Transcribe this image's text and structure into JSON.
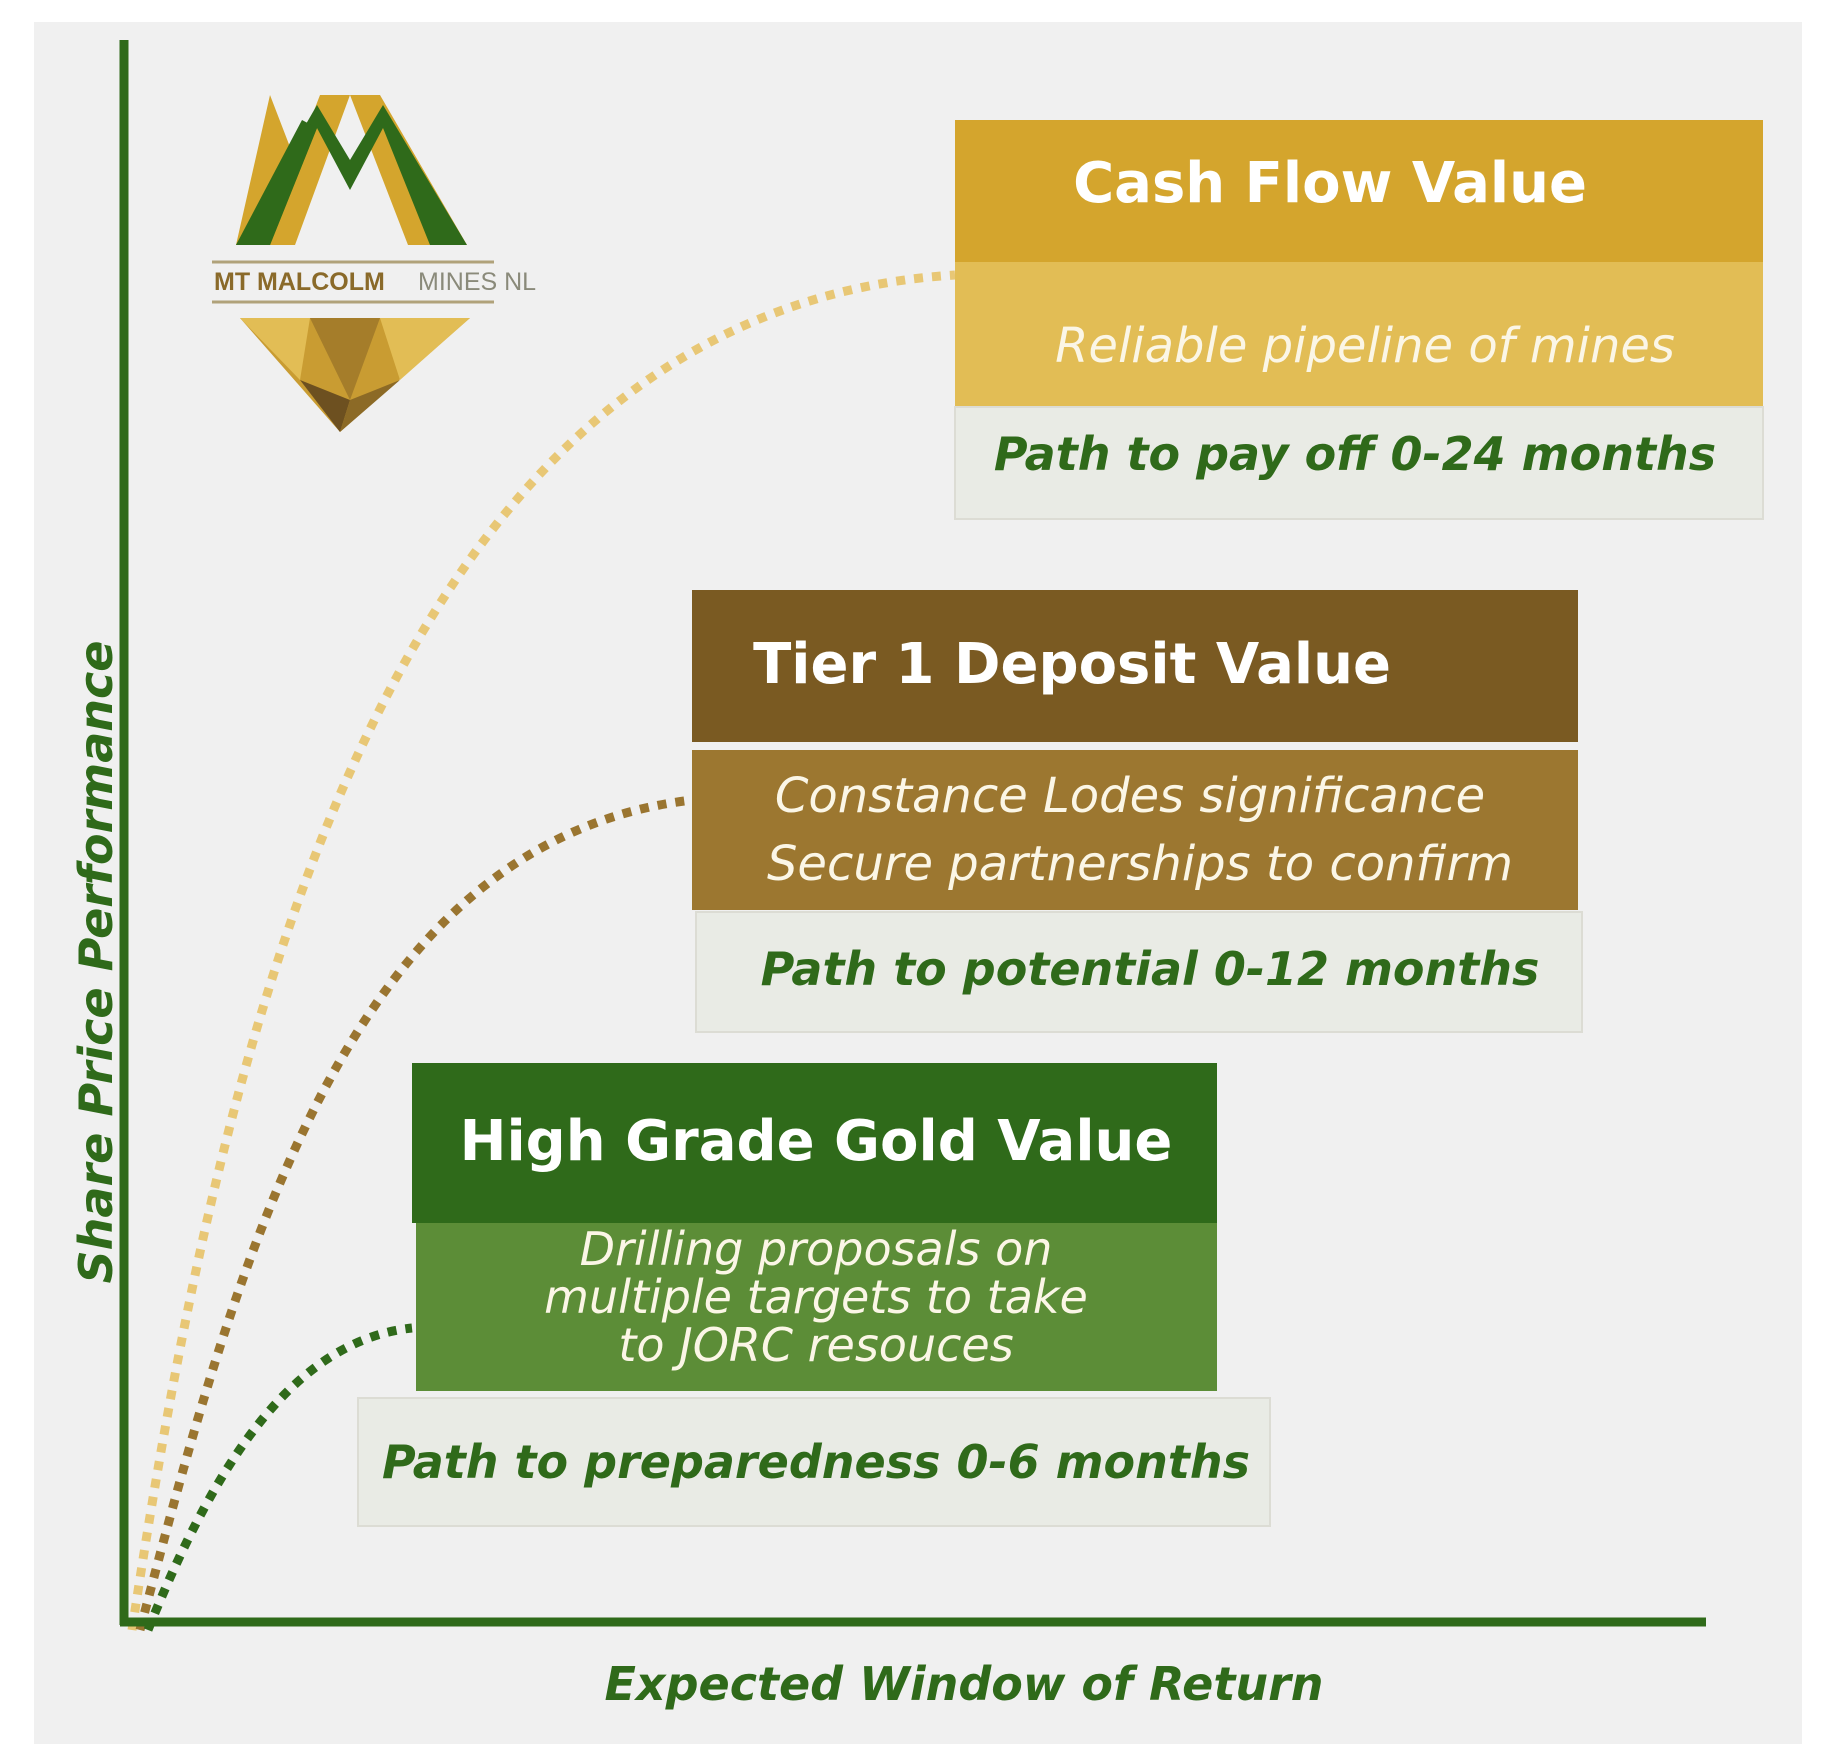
{
  "logo": {
    "text_bold": "MT MALCOLM",
    "text_light": "MINES NL"
  },
  "axes": {
    "y_label": "Share Price Performance",
    "x_label": "Expected Window of Return"
  },
  "colors": {
    "gold": "#d4a52d",
    "gold_light": "#e2bd55",
    "brown": "#7a5a22",
    "brown_light": "#9c7730",
    "green": "#2f6a1a",
    "green_light": "#5c8d37",
    "path_box": "#e9ebe5",
    "axis": "#2f6a1a"
  },
  "stages": [
    {
      "title": "Cash Flow Value",
      "subtitle_lines": [
        "Reliable pipeline of mines"
      ],
      "path": "Path to pay off 0-24 months"
    },
    {
      "title": "Tier 1 Deposit Value",
      "subtitle_lines": [
        "Constance Lodes significance",
        "Secure partnerships to confirm"
      ],
      "path": "Path to potential 0-12 months"
    },
    {
      "title": "High Grade Gold Value",
      "subtitle_lines": [
        "Drilling proposals on",
        "multiple targets to take",
        "to JORC resouces"
      ],
      "path": "Path to preparedness 0-6 months"
    }
  ]
}
